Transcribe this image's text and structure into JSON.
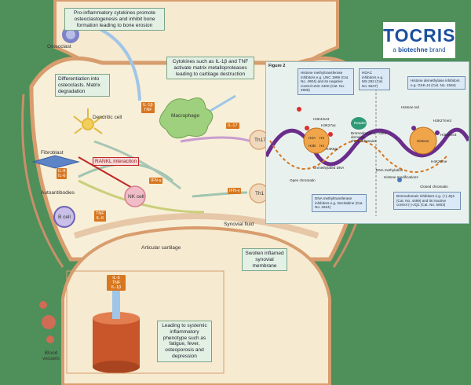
{
  "colors": {
    "background": "#4f8f5a",
    "joint": "#f6ead0",
    "cartilage": "#e6c7a8",
    "membrane": "#d9a07a",
    "accent": "#d8771f",
    "logo_blue": "#1b4f9c"
  },
  "logo": {
    "name": "TOCRIS",
    "tagline_prefix": "a ",
    "tagline_brand": "biotechne",
    "tagline_suffix": " brand"
  },
  "joint": {
    "osteoclast_label": "Osteoclast",
    "cytokine_box": "Pro-inflammatory cytokines promote osteoclastogenesis and inhibit bone formation leading to bone erosion",
    "differentiation_box": "Differentiation into osteoclasts. Matrix degradation",
    "tnf_box": "Cytokines such as IL-1β and TNF activate matrix metalloproteases leading to cartilage destruction",
    "dendritic_label": "Dendritic cell",
    "macrophage_label": "Macrophage",
    "fibroblast_label": "Fibroblast",
    "rankl_label": "RANKL interaction",
    "autoantibodies_label": "Autoantibodies",
    "bcell_label": "B cell",
    "nkcell_label": "NK cell",
    "th17_label": "Th17",
    "th1_label": "Th1",
    "synovial_label": "Synovial fluid",
    "cartilage_label": "Articular cartilage",
    "membrane_box": "Swollen inflamed synovial membrane",
    "systemic_box": "Leading to systemic inflammatory phenotype such as fatigue, fever, osteoporosis and depression",
    "blood_label": "Blood vessels",
    "tags": {
      "il1b_tnf_macro": [
        "IL-1β",
        "TNF"
      ],
      "il17": "IL-17",
      "il8_il6": [
        "IL-8",
        "IL-6"
      ],
      "ifng_nk": "IFN-γ",
      "ifng_th1": "IFN-γ",
      "tnf_il6": [
        "TNF",
        "IL-6"
      ],
      "vessel": [
        "IL-6",
        "TNF",
        "IL-1β"
      ]
    }
  },
  "figure2": {
    "title": "Figure 2",
    "box_hmt": "Histone methyltransferase inhibitors e.g. UNC 1999 (Cat. No. 4904) and its negative control UNC 2400 (Cat. No. 4905)",
    "box_hdac": "HDAC inhibitors e.g. MS 292 (Cat. No. 5647)",
    "box_hdm": "Histone demethylase inhibitors e.g. GSK-J4 (Cat. No. 4594)",
    "box_dnmt": "DNA methyltransferase inhibitors e.g. Decitabine (Cat. No. 2624)",
    "box_brd": "Bromodomain inhibitors e.g. (+)-JQ1 (Cat. No. 4499) and its inactive control (-)-JQ1 (Cat. No. 5603)",
    "reader_label": "Reader",
    "reader_desc": "Bromodomains, Tudor domains, chromodomains",
    "histone_tail": "Histone tail",
    "histone": "Histone",
    "h3k27me3": "H3K27me3",
    "h3k9me3": "H3K9me3",
    "h3k4me3": "H3K4me3",
    "h3k27ac": "H3K27ac",
    "h3k9ac": "H3K9ac",
    "h2a": "H2A",
    "h2b": "H2B",
    "h3": "H3",
    "h4": "H4",
    "unmethylated": "Unmethylated DNA",
    "open_chromatin": "Open chromatin",
    "dna_methylation": "DNA methylation",
    "histone_mods": "Histone modifications",
    "closed_chromatin": "Closed chromatin",
    "h4k20me": "H4K20me"
  }
}
